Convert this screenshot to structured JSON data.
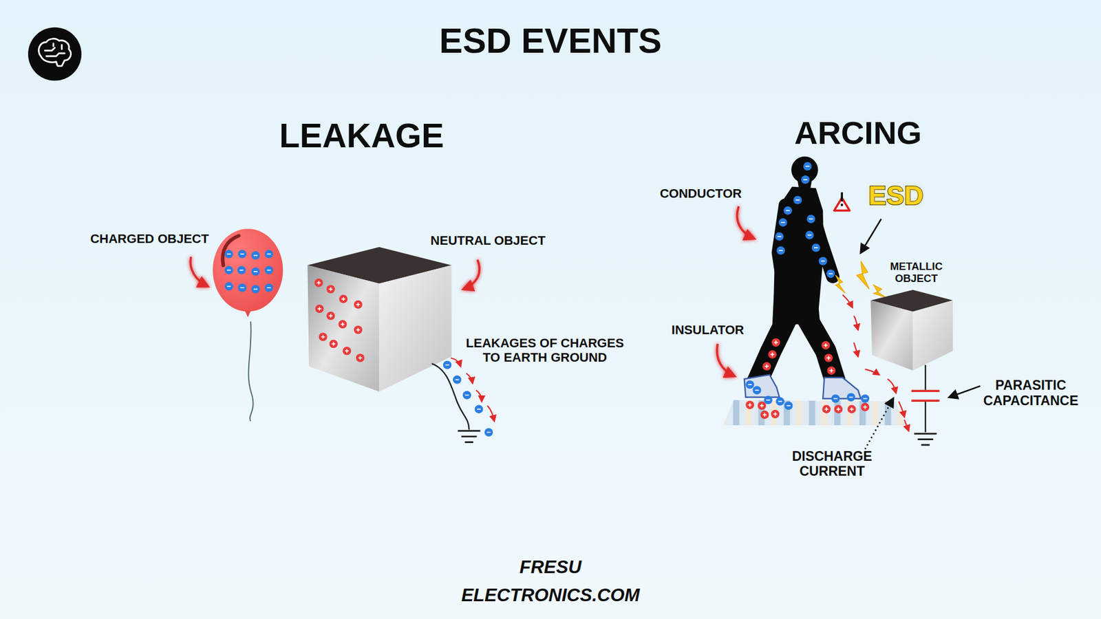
{
  "diagram": {
    "title": "ESD EVENTS",
    "labels": [
      "LEAKAGE",
      "ARCING",
      "CHARGED OBJECT",
      "NEUTRAL OBJECT",
      "LEAKAGES OF CHARGES TO EARTH GROUND",
      "CONDUCTOR",
      "ESD",
      "METALLIC OBJECT",
      "INSULATOR",
      "PARASITIC CAPACITANCE",
      "DISCHARGE CURRENT",
      "FRESU",
      "ELECTRONICS.COM"
    ]
  }
}
